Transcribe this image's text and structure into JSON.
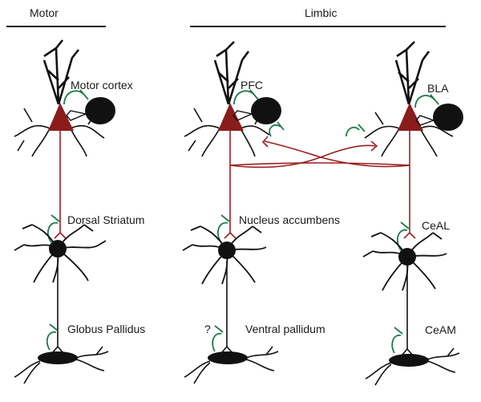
{
  "headers": {
    "motor": "Motor",
    "limbic": "Limbic"
  },
  "labels": {
    "motor_cortex": "Motor cortex",
    "pfc": "PFC",
    "bla": "BLA",
    "dorsal_striatum": "Dorsal Striatum",
    "nucleus_accumbens": "Nucleus accumbens",
    "cea_l": "CeAL",
    "globus_pallidus": "Globus Pallidus",
    "ventral_pallidum": "Ventral pallidum",
    "cea_m": "CeAM",
    "question_mark": "?"
  },
  "colors": {
    "projection": "#9b2020",
    "pyramidal": "#8a1c1c",
    "synapse_green": "#1f7a4a",
    "neuron_black": "#111111"
  }
}
